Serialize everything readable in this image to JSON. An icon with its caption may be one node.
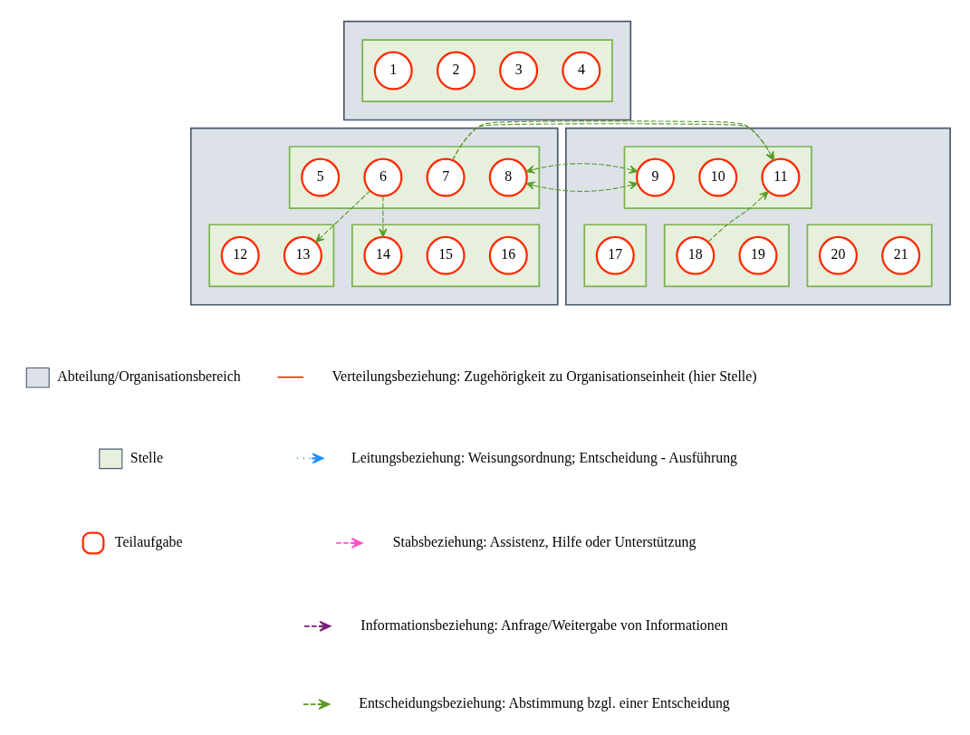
{
  "diagram": {
    "nodes": [
      {
        "text": [],
        "shape": "box"
      },
      {
        "text": [],
        "shape": "box",
        "in": 0
      },
      {
        "text": [
          "1"
        ],
        "in": 1
      },
      {
        "text": [
          "2"
        ],
        "in": 1
      },
      {
        "text": [
          "3"
        ],
        "in": 1
      },
      {
        "text": [
          "4"
        ],
        "in": 1
      },
      {
        "text": [],
        "shape": "box"
      },
      {
        "text": [],
        "shape": "box",
        "in": 6
      },
      {
        "text": [
          "5"
        ],
        "in": 7
      },
      {
        "text": [
          "6"
        ],
        "in": 7
      },
      {
        "text": [
          "7"
        ],
        "in": 7
      },
      {
        "text": [
          "8"
        ],
        "in": 7
      },
      {
        "text": [],
        "shape": "box",
        "in": 6
      },
      {
        "text": [
          "12"
        ],
        "in": 12
      },
      {
        "text": [
          "13"
        ],
        "in": 12
      },
      {
        "text": [],
        "shape": "box",
        "in": 6
      },
      {
        "text": [
          "14"
        ],
        "in": 15
      },
      {
        "text": [
          "15"
        ],
        "in": 15
      },
      {
        "text": [
          "16"
        ],
        "in": 15
      },
      {
        "text": [],
        "shape": "box"
      },
      {
        "text": [],
        "shape": "box",
        "in": 19
      },
      {
        "text": [
          "9"
        ],
        "in": 20
      },
      {
        "text": [
          "10"
        ],
        "in": 20
      },
      {
        "text": [
          "11"
        ],
        "in": 20
      },
      {
        "text": [],
        "shape": "box",
        "in": 19
      },
      {
        "text": [
          "17"
        ],
        "in": 24
      },
      {
        "text": [],
        "shape": "box",
        "in": 19
      },
      {
        "text": [
          "18"
        ],
        "in": 26
      },
      {
        "text": [
          "19"
        ],
        "in": 26
      },
      {
        "text": [],
        "shape": "box",
        "in": 19
      },
      {
        "text": [
          "20"
        ],
        "in": 29
      },
      {
        "text": [
          "21"
        ],
        "in": 29
      }
    ],
    "edges": [
      {
        "from": 10,
        "to": 23,
        "arrow": "to",
        "style": "dashed"
      },
      {
        "from": 11,
        "to": 21,
        "arrow": "both",
        "style": "dashed"
      },
      {
        "from": 9,
        "to": 14,
        "arrow": "to",
        "style": "dashed"
      },
      {
        "from": 9,
        "to": 16,
        "arrow": "to",
        "style": "dashed"
      },
      {
        "from": 27,
        "to": 23,
        "arrow": "to",
        "style": "dashed"
      }
    ],
    "legend": [
      {
        "text": "Abteilung/Organisationsbereich",
        "color": "#dde1e8"
      },
      {
        "text": "Stelle",
        "color": "#e6f0dc"
      },
      {
        "text": "Teilaufgabe"
      },
      {
        "text": "Verteilungsbeziehung: Zugehörigkeit zu Organisationseinheit (hier Stelle)"
      },
      {
        "text": "Leitungsbeziehung: Weisungsordnung; Entscheidung - Ausführung"
      },
      {
        "text": "Stabsbeziehung: Assistenz, Hilfe oder Unterstützung"
      },
      {
        "text": "Informationsbeziehung: Anfrage/Weitergabe von Informationen"
      },
      {
        "text": "Entscheidungsbeziehung: Abstimmung bzgl. einer Entscheidung"
      }
    ]
  }
}
